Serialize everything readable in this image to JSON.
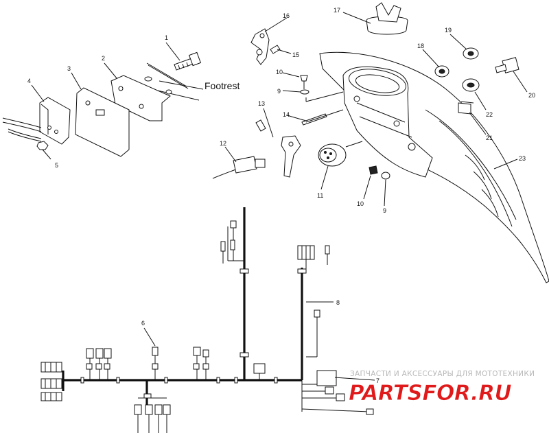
{
  "diagram": {
    "callouts": [
      {
        "id": "c1",
        "text": "1"
      },
      {
        "id": "c2",
        "text": "2"
      },
      {
        "id": "c3",
        "text": "3"
      },
      {
        "id": "c4",
        "text": "4"
      },
      {
        "id": "c5",
        "text": "5"
      },
      {
        "id": "c6",
        "text": "6"
      },
      {
        "id": "c7",
        "text": "7"
      },
      {
        "id": "c8",
        "text": "8"
      },
      {
        "id": "c9a",
        "text": "9"
      },
      {
        "id": "c9b",
        "text": "9"
      },
      {
        "id": "c10a",
        "text": "10"
      },
      {
        "id": "c10b",
        "text": "10"
      },
      {
        "id": "c11",
        "text": "11"
      },
      {
        "id": "c12",
        "text": "12"
      },
      {
        "id": "c13",
        "text": "13"
      },
      {
        "id": "c14",
        "text": "14"
      },
      {
        "id": "c15",
        "text": "15"
      },
      {
        "id": "c16",
        "text": "16"
      },
      {
        "id": "c17",
        "text": "17"
      },
      {
        "id": "c18",
        "text": "18"
      },
      {
        "id": "c19",
        "text": "19"
      },
      {
        "id": "c20",
        "text": "20"
      },
      {
        "id": "c21",
        "text": "21"
      },
      {
        "id": "c22",
        "text": "22"
      },
      {
        "id": "c23",
        "text": "23"
      }
    ],
    "footrest_label": "Footrest"
  },
  "watermark": {
    "tagline": "ЗАПЧАСТИ И АКСЕССУАРЫ ДЛЯ МОТОТЕХНИКИ",
    "logo_text": "PARTSFOR.RU",
    "logo_color": "#e01a1a",
    "logo_outline": "#ffffff"
  }
}
